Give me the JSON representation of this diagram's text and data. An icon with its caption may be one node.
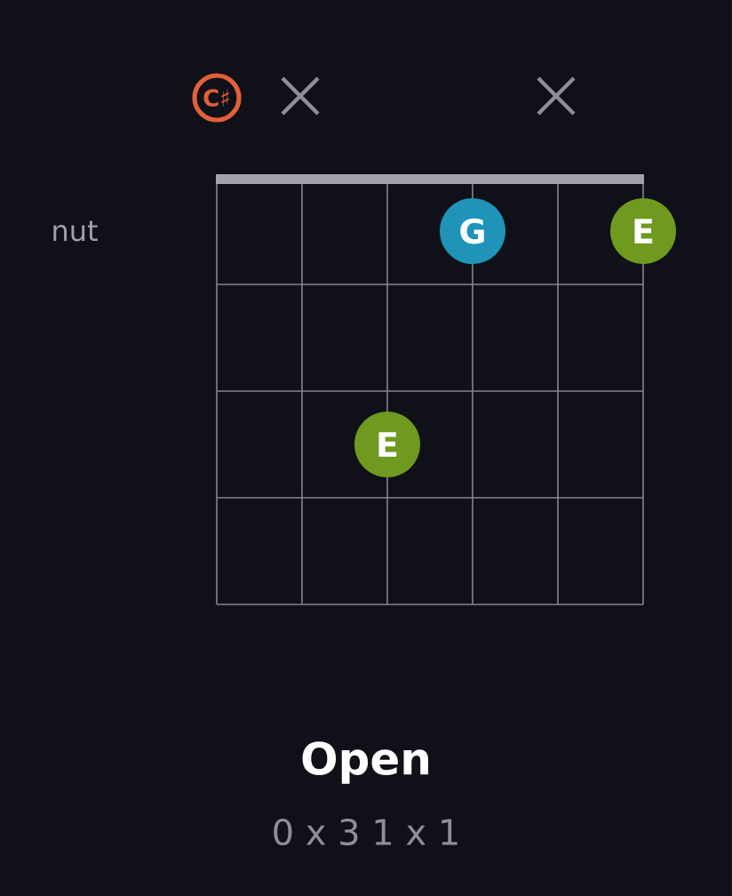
{
  "diagram": {
    "title": "Open",
    "nodes": [
      {
        "text": [
          "C♯"
        ]
      },
      {
        "text": [
          "G"
        ]
      },
      {
        "text": [
          "E"
        ]
      },
      {
        "text": [
          "E"
        ]
      }
    ],
    "edges": [],
    "labels": [
      "nut",
      "0 x 3 1 x 1"
    ]
  }
}
